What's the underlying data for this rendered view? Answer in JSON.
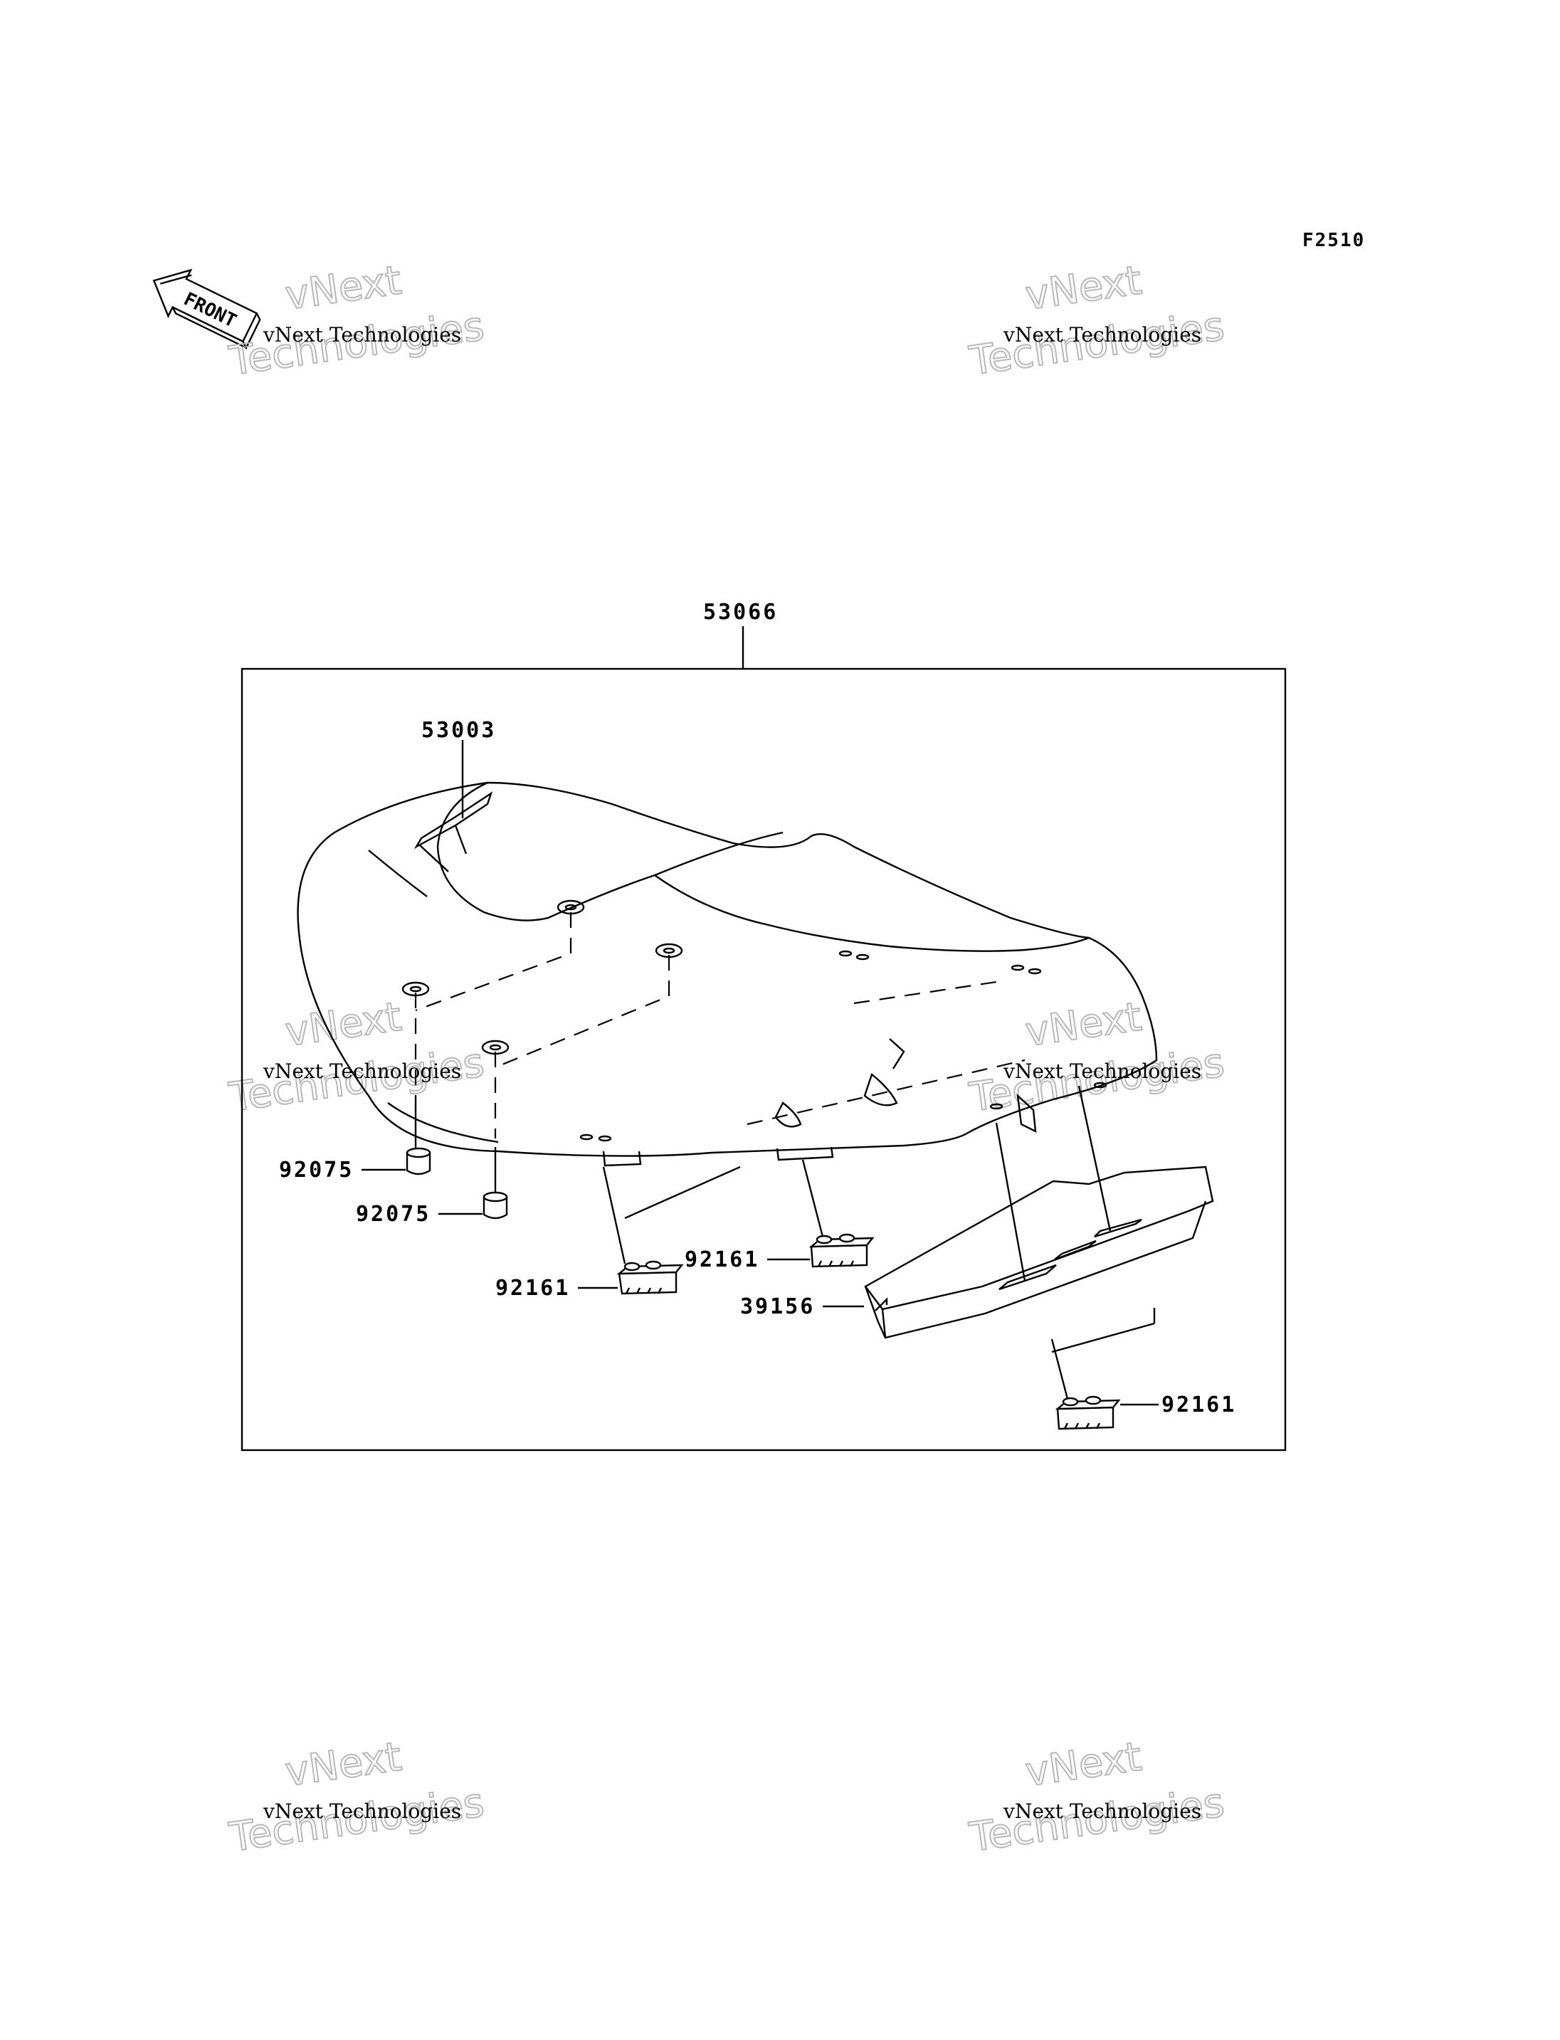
{
  "figure_code": "F2510",
  "front_label": "FRONT",
  "watermark": {
    "line1": "vNext Technologies",
    "line2a": "vNext",
    "line2b": "Technologies"
  },
  "parts": {
    "seat_assembly": "53066",
    "seat": "53003",
    "damper_a": "92075",
    "damper_b": "92075",
    "damper_c": "92161",
    "damper_d": "92161",
    "damper_e": "92161",
    "tray": "39156"
  }
}
